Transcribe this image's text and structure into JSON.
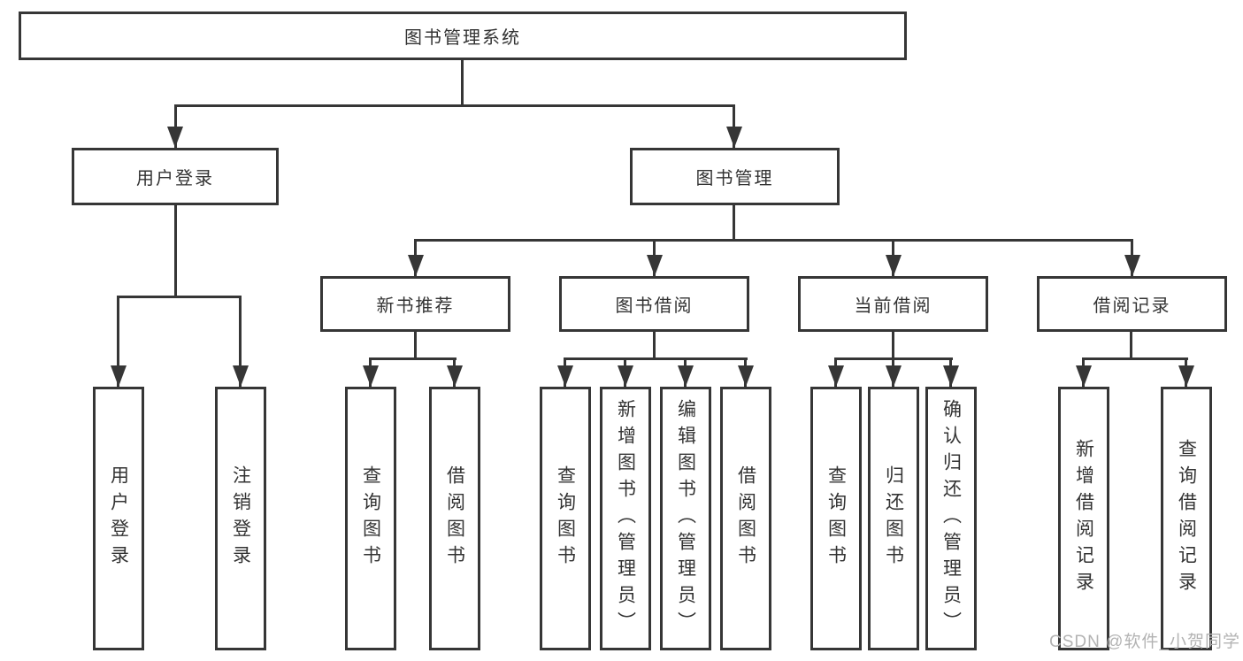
{
  "diagram": {
    "root": "图书管理系统",
    "level2": {
      "user_login": "用户登录",
      "book_mgmt": "图书管理"
    },
    "level3": {
      "new_books": "新书推荐",
      "book_borrow": "图书借阅",
      "current_borrow": "当前借阅",
      "borrow_records": "借阅记录"
    },
    "leaves": {
      "user_login": [
        "用户登录",
        "注销登录"
      ],
      "new_books": [
        "查询图书",
        "借阅图书"
      ],
      "book_borrow": [
        "查询图书",
        "新增图书（管理员）",
        "编辑图书（管理员）",
        "借阅图书"
      ],
      "current_borrow": [
        "查询图书",
        "归还图书",
        "确认归还（管理员）"
      ],
      "borrow_records": [
        "新增借阅记录",
        "查询借阅记录"
      ]
    }
  },
  "watermark": "CSDN @软件_小贺同学",
  "colors": {
    "line": "#363636",
    "text": "#333333",
    "watermark": "#b3b3b3",
    "background": "#ffffff"
  }
}
